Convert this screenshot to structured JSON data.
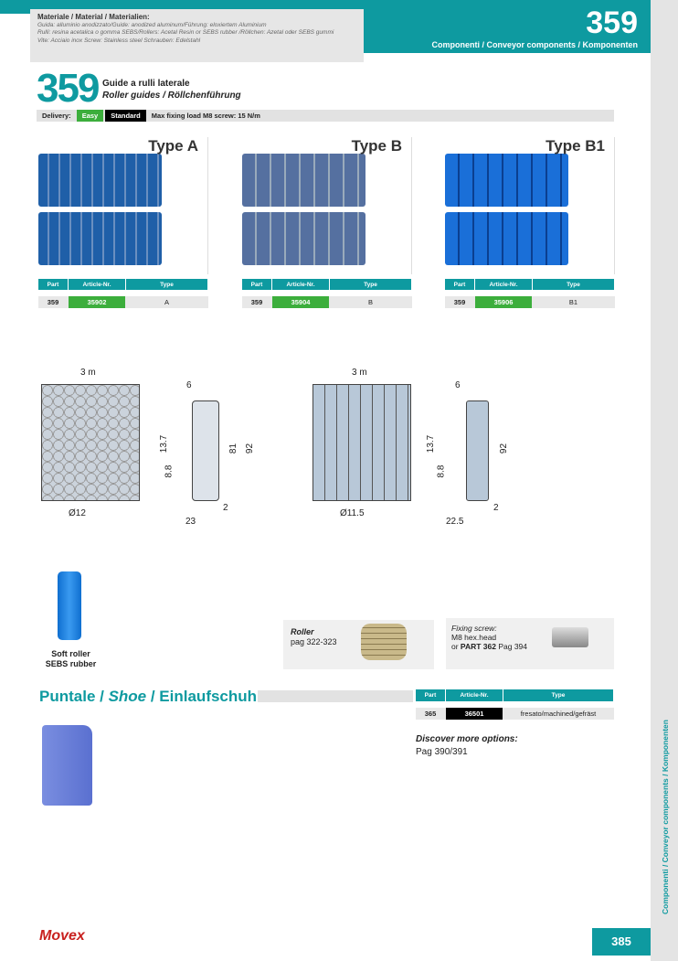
{
  "header": {
    "material_title": "Materiale / Material / Materialien:",
    "material_lines": [
      "Guida: alluminio anodizzato/Guide: anodized aluminum/Führung: eloxiertem Aluminium",
      "Rulli: resina acetalica o gomma SEBS/Rollers: Acetal Resin or SEBS rubber /Röllchen: Azetal oder SEBS gummi",
      "Vite: Acciaio inox Screw: Stainless steel Schrauben: Edelstahl"
    ],
    "section_number": "359",
    "section_subtitle": "Componenti / Conveyor components / Komponenten"
  },
  "product": {
    "number": "359",
    "title_it": "Guide a rulli laterale",
    "title_en_de": "Roller guides / Röllchenführung"
  },
  "delivery": {
    "label": "Delivery:",
    "easy": "Easy",
    "standard": "Standard",
    "note": "Max fixing load M8 screw: 15 N/m"
  },
  "table_headers": {
    "part": "Part",
    "article": "Article-Nr.",
    "type": "Type"
  },
  "cards": [
    {
      "title": "Type A",
      "part": "359",
      "article": "35902",
      "type": "A",
      "color": "#1f5fa8"
    },
    {
      "title": "Type B",
      "part": "359",
      "article": "35904",
      "type": "B",
      "color": "#5570a0"
    },
    {
      "title": "Type B1",
      "part": "359",
      "article": "35906",
      "type": "B1",
      "color": "#1a6fd8"
    }
  ],
  "drawings": {
    "a": {
      "length": "3 m",
      "diameter": "Ø12",
      "d6": "6",
      "d137": "13.7",
      "d88": "8.8",
      "d81": "81",
      "d92": "92",
      "d23": "23",
      "d2": "2"
    },
    "b": {
      "length": "3 m",
      "diameter": "Ø11.5",
      "d6": "6",
      "d137": "13.7",
      "d88": "8.8",
      "d92": "92",
      "d225": "22.5",
      "d2": "2"
    }
  },
  "soft_roller": {
    "line1": "Soft roller",
    "line2": "SEBS rubber"
  },
  "roller_ref": {
    "title": "Roller",
    "page": "pag 322-323"
  },
  "fixing": {
    "title": "Fixing screw:",
    "line1": "M8 hex.head",
    "prefix": "or ",
    "part": "PART 362",
    "suffix": " Pag 394"
  },
  "shoe": {
    "title_it": "Puntale / ",
    "title_en": "Shoe",
    "title_de": " / Einlaufschuh",
    "part": "365",
    "article": "36501",
    "type": "fresato/machined/gefräst"
  },
  "discover": {
    "title": "Discover more options:",
    "pages": "Pag 390/391"
  },
  "footer": {
    "logo": "Movex",
    "page": "385",
    "side_text": "Componenti / Conveyor components / Komponenten"
  }
}
